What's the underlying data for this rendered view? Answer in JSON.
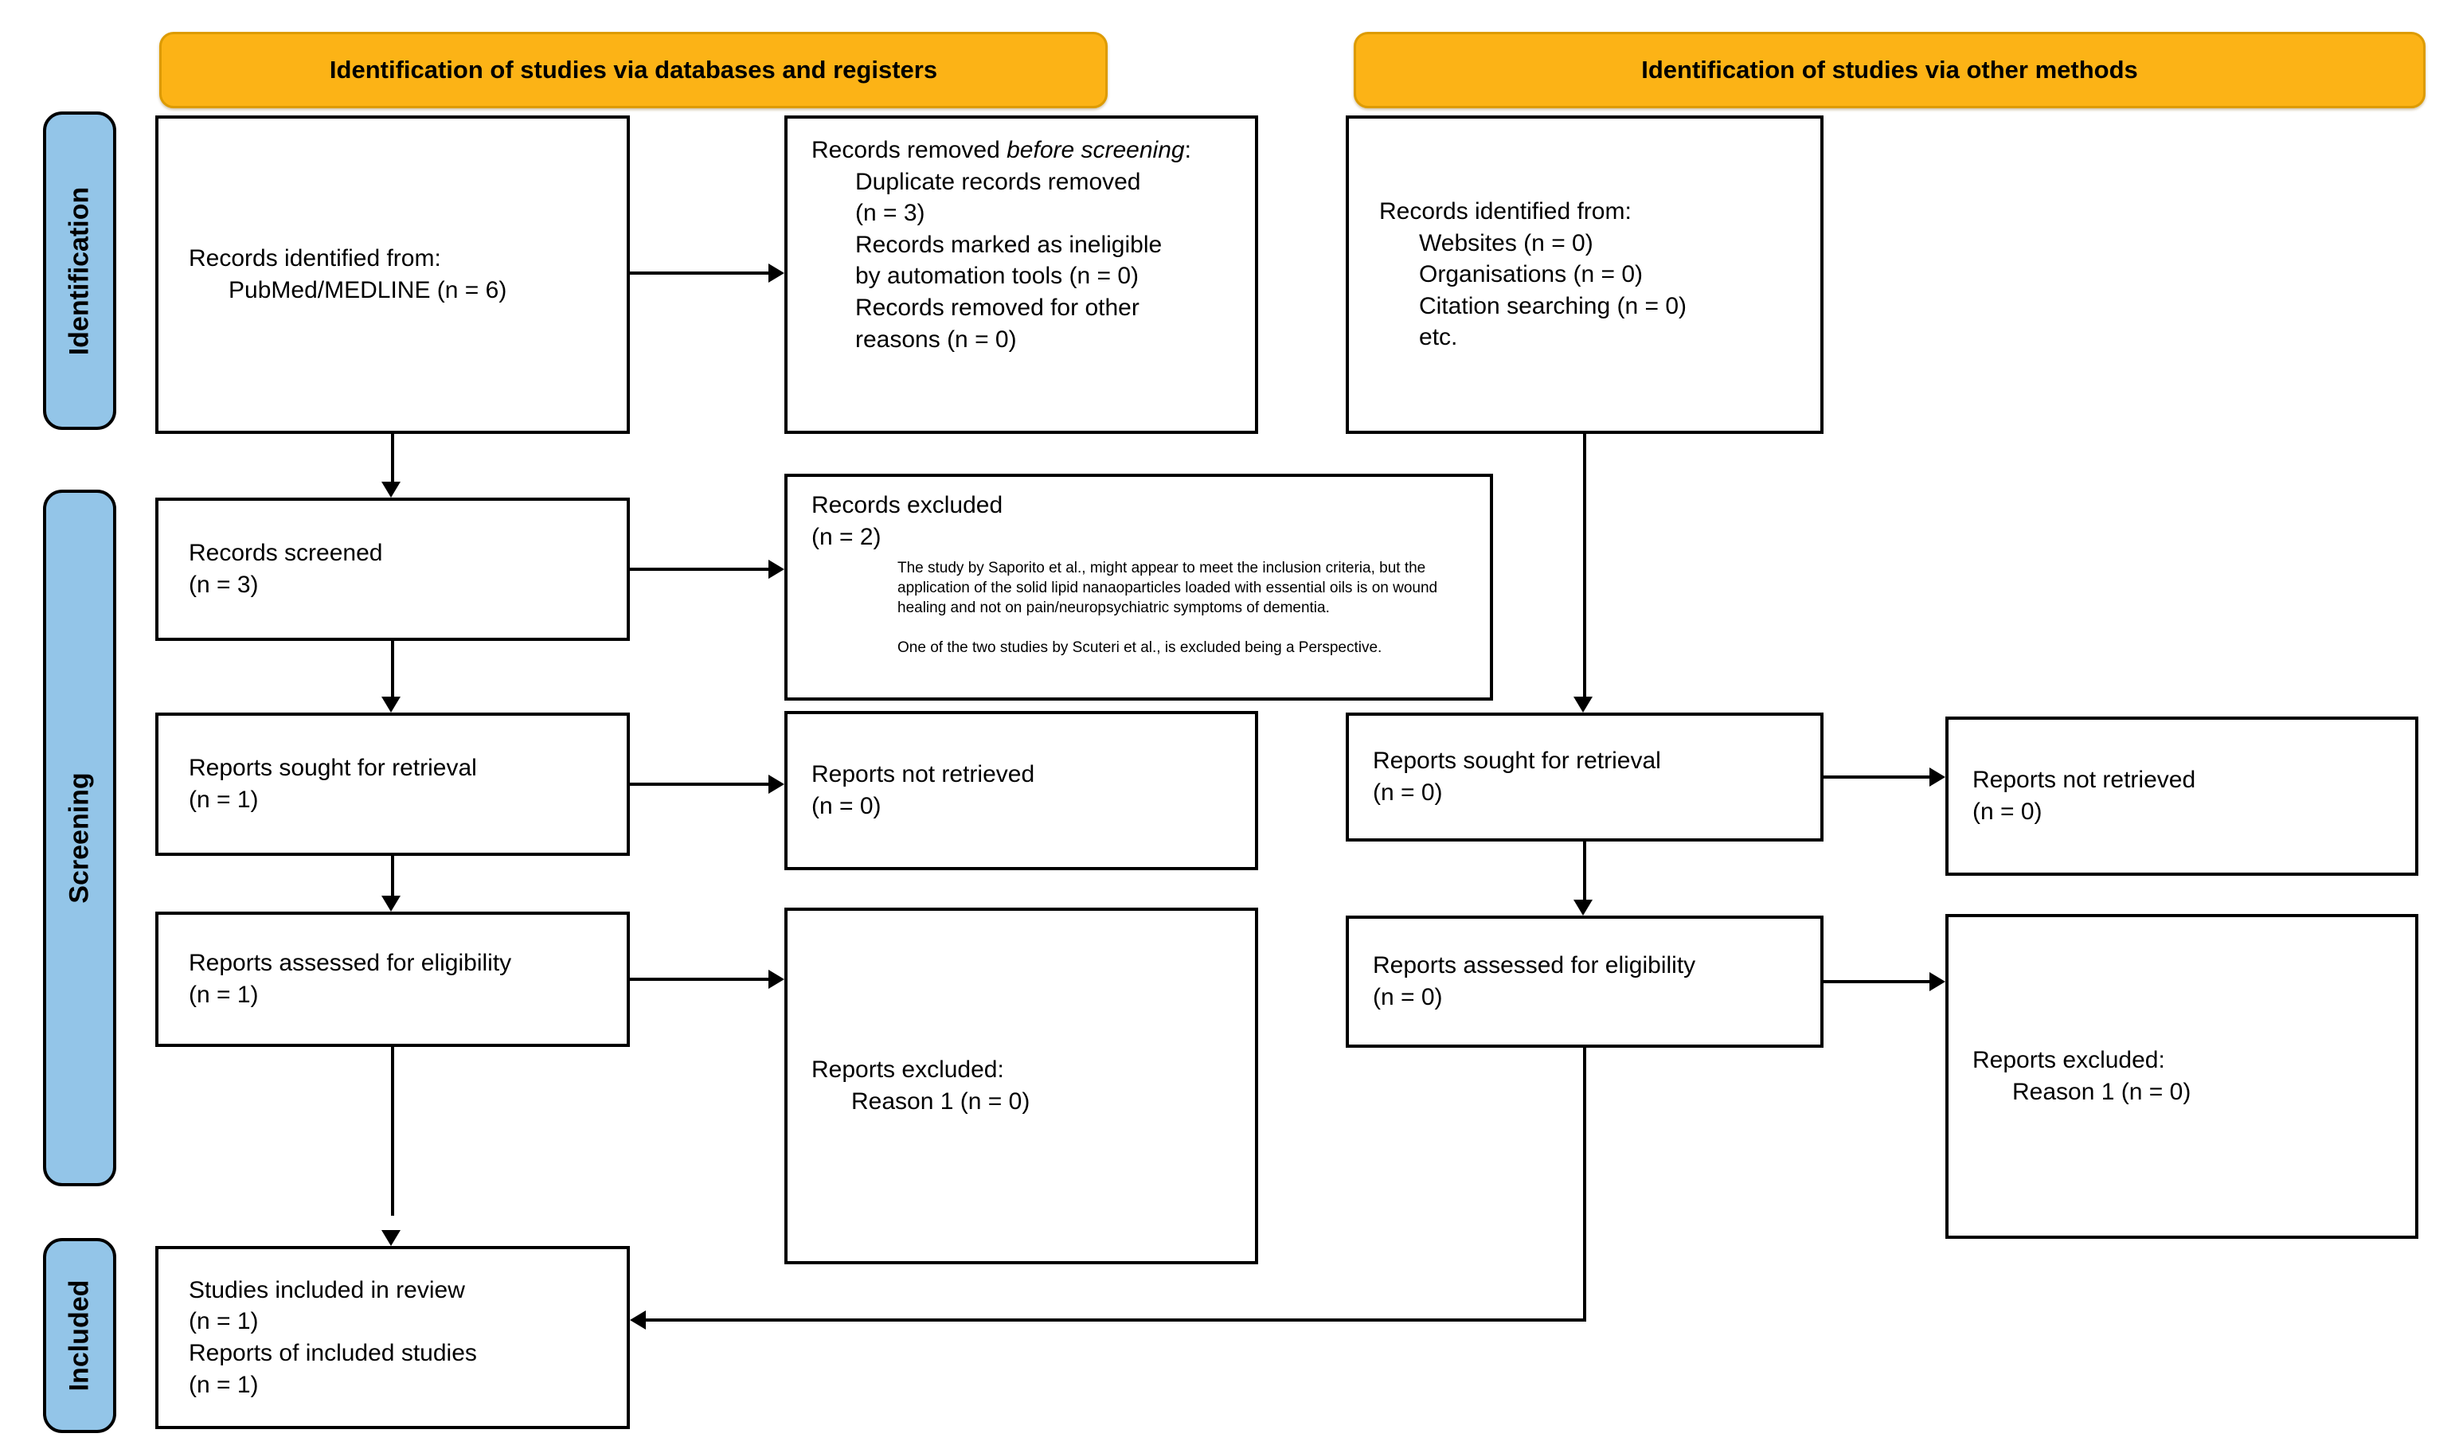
{
  "headers": {
    "left": "Identification of studies via databases and registers",
    "right": "Identification of studies via other methods"
  },
  "sidebar": {
    "identification": "Identification",
    "screening": "Screening",
    "included": "Included"
  },
  "colors": {
    "header_bg": "#FCB316",
    "header_border": "#DD9B00",
    "sidebar_bg": "#93C5E8"
  },
  "left_column": {
    "records_identified": "Records identified from:\n      PubMed/MEDLINE (n = 6)",
    "records_screened": "Records screened\n(n = 3)",
    "reports_sought": "Reports sought for retrieval\n(n = 1)",
    "reports_assessed": "Reports assessed for eligibility\n(n = 1)",
    "studies_included": "Studies included in review\n(n = 1)\nReports of included studies\n(n = 1)"
  },
  "middle_column": {
    "records_removed": {
      "prefix": "Records removed ",
      "italic": "before screening",
      "suffix": ":",
      "items": "Duplicate records removed\n(n = 3)\nRecords marked as ineligible\nby automation tools (n = 0)\nRecords removed for other\nreasons (n = 0)"
    },
    "records_excluded": {
      "title": "Records excluded\n(n = 2)",
      "note1": "The study by Saporito et al., might appear to meet the inclusion criteria, but the application of the solid lipid nanaoparticles loaded with essential oils is on wound healing and not on pain/neuropsychiatric symptoms of dementia.",
      "note2": "One of the two studies by Scuteri et al., is excluded being a Perspective."
    },
    "reports_not_retrieved": "Reports not retrieved\n(n = 0)",
    "reports_excluded": "Reports excluded:\n      Reason 1 (n = 0)"
  },
  "right_column": {
    "records_identified": "Records identified from:\n      Websites (n = 0)\n      Organisations (n = 0)\n      Citation searching (n = 0)\n      etc.",
    "reports_sought": "Reports sought for retrieval\n(n = 0)",
    "reports_not_retrieved": "Reports not retrieved\n(n = 0)",
    "reports_assessed": "Reports assessed for eligibility\n(n = 0)",
    "reports_excluded": "Reports excluded:\n      Reason 1 (n = 0)"
  }
}
